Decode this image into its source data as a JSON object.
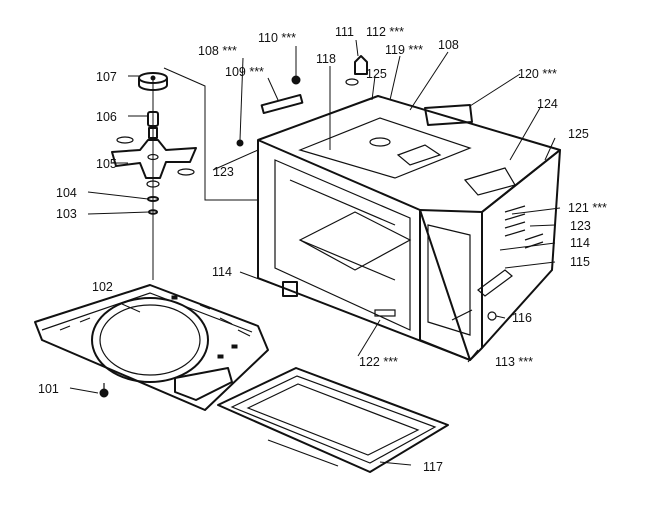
{
  "labels": {
    "l101": "101",
    "l102": "102",
    "l103": "103",
    "l104": "104",
    "l105": "105",
    "l106": "106",
    "l107": "107",
    "l108a": "108 ***",
    "l108b": "108",
    "l109": "109 ***",
    "l110": "110 ***",
    "l111": "111",
    "l112": "112 ***",
    "l113": "113 ***",
    "l114a": "114",
    "l114b": "114",
    "l115": "115",
    "l116": "116",
    "l117": "117",
    "l118": "118",
    "l119": "119 ***",
    "l120": "120 ***",
    "l121": "121 ***",
    "l122": "122 ***",
    "l123a": "123",
    "l123b": "123",
    "l124": "124",
    "l125a": "125",
    "l125b": "125"
  }
}
